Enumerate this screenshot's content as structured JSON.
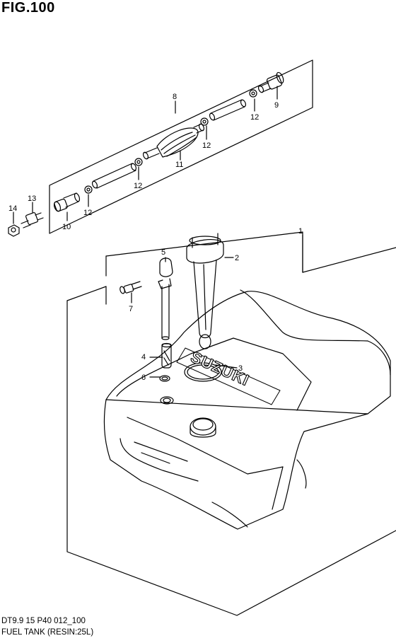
{
  "figure": {
    "title": "FIG.100",
    "model_code": "DT9.9 15 P40 012_100",
    "caption": "FUEL TANK (RESIN:25L)",
    "brand_on_tank": "SUZUKI"
  },
  "callouts": [
    {
      "id": "1",
      "label": "1"
    },
    {
      "id": "2",
      "label": "2"
    },
    {
      "id": "3",
      "label": "3"
    },
    {
      "id": "4",
      "label": "4"
    },
    {
      "id": "5",
      "label": "5"
    },
    {
      "id": "6",
      "label": "6"
    },
    {
      "id": "7",
      "label": "7"
    },
    {
      "id": "8",
      "label": "8"
    },
    {
      "id": "9",
      "label": "9"
    },
    {
      "id": "10",
      "label": "10"
    },
    {
      "id": "11",
      "label": "11"
    },
    {
      "id": "12a",
      "label": "12"
    },
    {
      "id": "12b",
      "label": "12"
    },
    {
      "id": "12c",
      "label": "12"
    },
    {
      "id": "12d",
      "label": "12"
    },
    {
      "id": "13",
      "label": "13"
    },
    {
      "id": "14",
      "label": "14"
    }
  ]
}
